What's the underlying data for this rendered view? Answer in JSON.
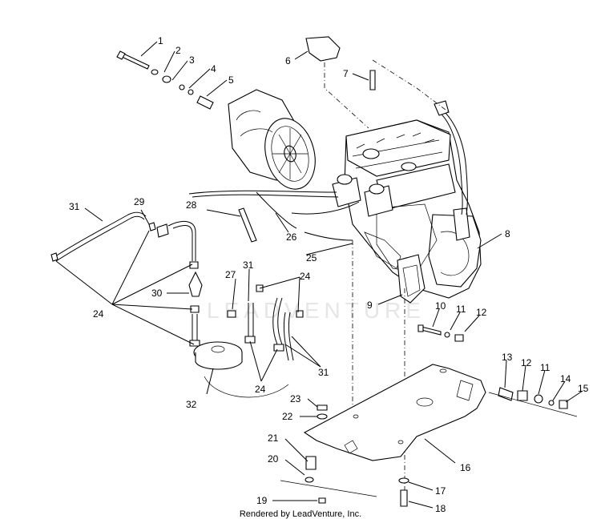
{
  "diagram": {
    "watermark": "LEADVENTURE",
    "footer": "Rendered by LeadVenture, Inc.",
    "callouts": [
      "1",
      "2",
      "3",
      "4",
      "5",
      "6",
      "7",
      "8",
      "9",
      "10",
      "11",
      "12",
      "13",
      "12",
      "11",
      "14",
      "15",
      "16",
      "17",
      "18",
      "19",
      "20",
      "21",
      "22",
      "23",
      "24",
      "24",
      "24",
      "25",
      "26",
      "27",
      "28",
      "29",
      "30",
      "31",
      "31",
      "31",
      "32"
    ]
  }
}
